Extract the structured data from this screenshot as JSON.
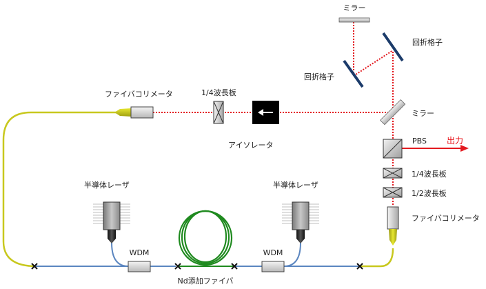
{
  "diagram": {
    "title": "Nd fiber laser setup",
    "colors": {
      "beam": "#e3191f",
      "output": "#e3191f",
      "yellow_fiber": "#c8c81e",
      "blue_fiber": "#5b86c0",
      "green_fiber": "#1f8a1f",
      "splice": "#111111",
      "isolator": "#000000"
    },
    "labels": {
      "mirror_top": "ミラー",
      "grating_right": "回折格子",
      "grating_left": "回折格子",
      "collimator_left": "ファイバコリメータ",
      "waveplate_quarter_top": "1/4波長板",
      "isolator": "アイソレータ",
      "mirror_right": "ミラー",
      "pbs": "PBS",
      "output": "出力",
      "waveplate_quarter_right": "1/4波長板",
      "waveplate_half_right": "1/2波長板",
      "collimator_right": "ファイバコリメータ",
      "laser_diode_left": "半導体レーザ",
      "laser_diode_right": "半導体レーザ",
      "wdm_left": "WDM",
      "wdm_right": "WDM",
      "gain_fiber": "Nd添加ファイバ"
    }
  }
}
